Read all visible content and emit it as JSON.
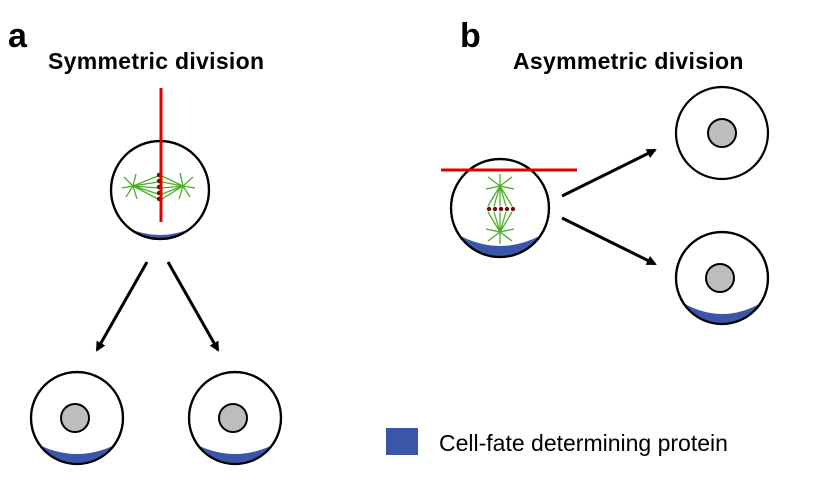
{
  "panel_a": {
    "letter": "a",
    "title": "Symmetric division"
  },
  "panel_b": {
    "letter": "b",
    "title": "Asymmetric division"
  },
  "legend": {
    "label": "Cell-fate determining protein",
    "swatch_color": "#3a56a8"
  },
  "colors": {
    "protein": "#3a56a8",
    "cleavage_plane": "#e00000",
    "spindle": "#4caf2a",
    "nucleus": "#bdbdbd",
    "chromosomes": "#6b1010"
  }
}
